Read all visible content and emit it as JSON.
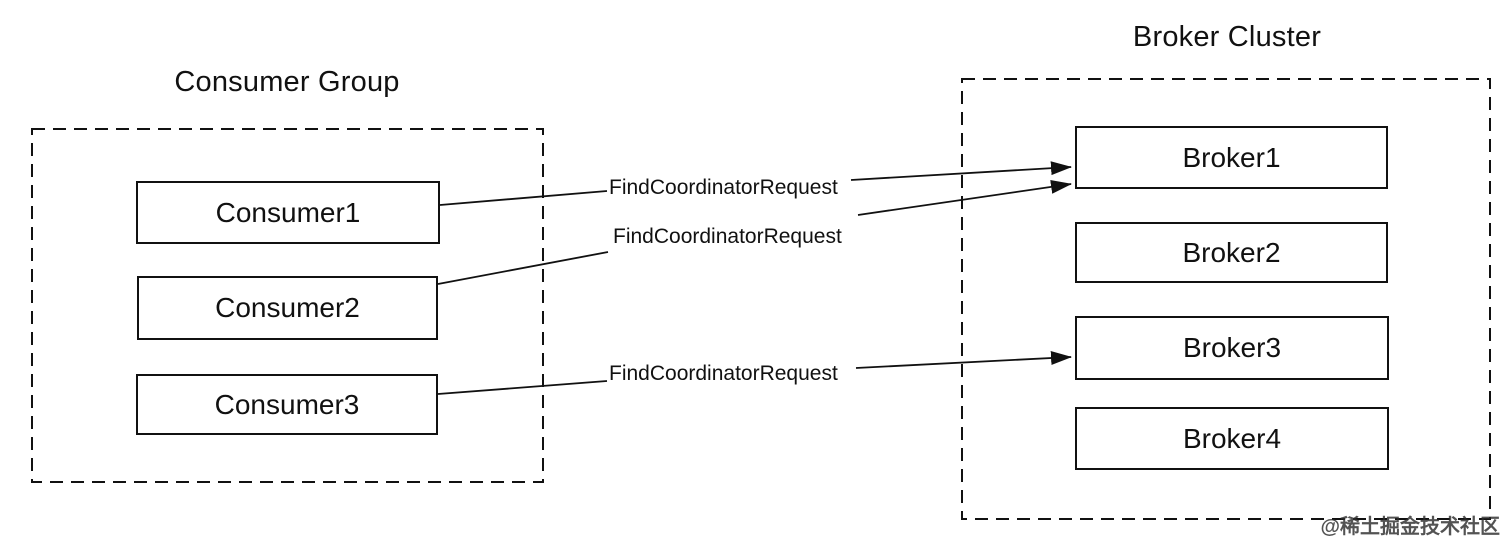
{
  "diagram": {
    "consumer_group": {
      "title": "Consumer Group",
      "nodes": [
        {
          "label": "Consumer1"
        },
        {
          "label": "Consumer2"
        },
        {
          "label": "Consumer3"
        }
      ]
    },
    "broker_cluster": {
      "title": "Broker Cluster",
      "nodes": [
        {
          "label": "Broker1"
        },
        {
          "label": "Broker2"
        },
        {
          "label": "Broker3"
        },
        {
          "label": "Broker4"
        }
      ]
    },
    "edges": [
      {
        "from": "Consumer1",
        "to": "Broker1",
        "label": "FindCoordinatorRequest"
      },
      {
        "from": "Consumer2",
        "to": "Broker1",
        "label": "FindCoordinatorRequest"
      },
      {
        "from": "Consumer3",
        "to": "Broker3",
        "label": "FindCoordinatorRequest"
      }
    ],
    "watermark": "@稀土掘金技术社区",
    "colors": {
      "stroke": "#111111",
      "background": "#ffffff",
      "watermark": "#2d2d2d"
    }
  }
}
